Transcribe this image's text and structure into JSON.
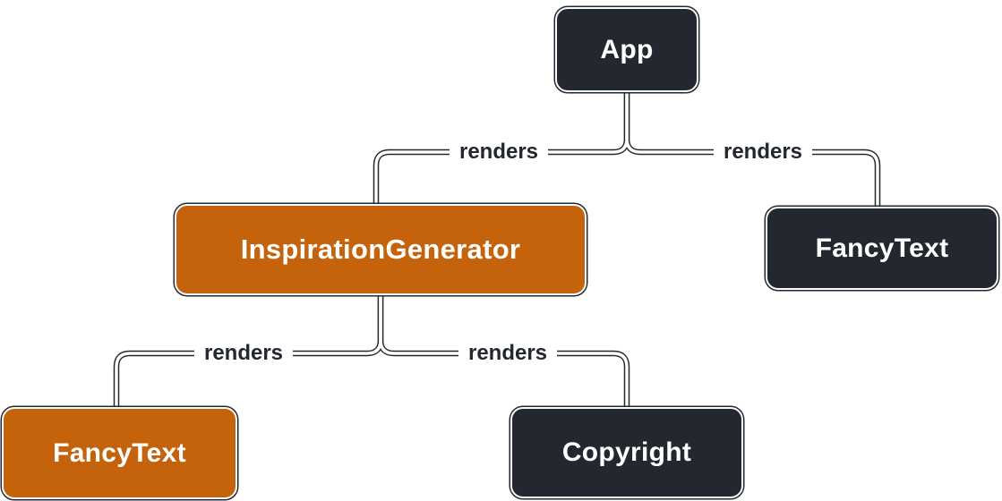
{
  "diagram": {
    "title": "render-tree",
    "colors": {
      "background": "#ffffff",
      "dark_node": "#23272F",
      "orange_node": "#C5630C",
      "node_text": "#ffffff",
      "edge_label": "#23272F",
      "line_outer": "#23272F",
      "line_inner": "#ffffff"
    },
    "nodes": [
      {
        "id": "app",
        "label": "App",
        "variant": "dark"
      },
      {
        "id": "inspiration-generator",
        "label": "InspirationGenerator",
        "variant": "orange"
      },
      {
        "id": "fancy-text-right",
        "label": "FancyText",
        "variant": "dark"
      },
      {
        "id": "fancy-text-left",
        "label": "FancyText",
        "variant": "orange"
      },
      {
        "id": "copyright",
        "label": "Copyright",
        "variant": "dark"
      }
    ],
    "edges": [
      {
        "from": "app",
        "to": "inspiration-generator",
        "label": "renders"
      },
      {
        "from": "app",
        "to": "fancy-text-right",
        "label": "renders"
      },
      {
        "from": "inspiration-generator",
        "to": "fancy-text-left",
        "label": "renders"
      },
      {
        "from": "inspiration-generator",
        "to": "copyright",
        "label": "renders"
      }
    ]
  }
}
